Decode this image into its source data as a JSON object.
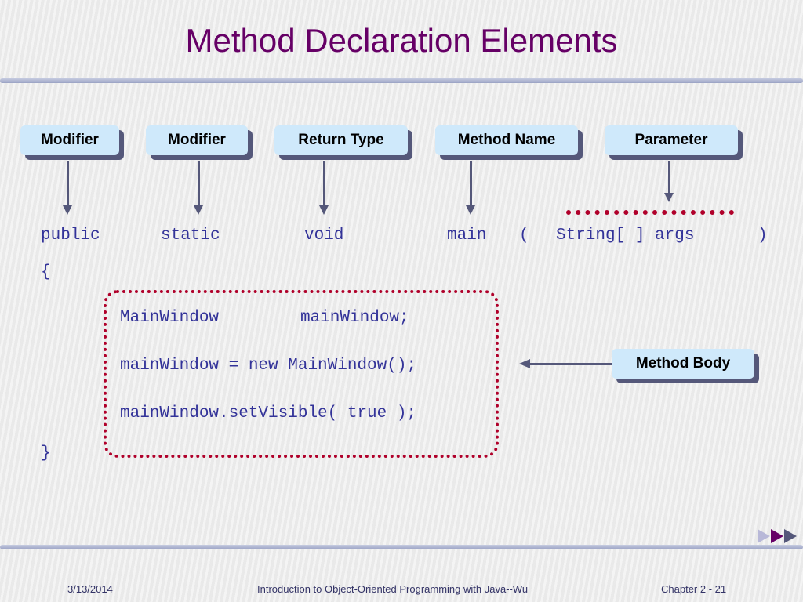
{
  "title": "Method Declaration Elements",
  "labels": {
    "modifier1": "Modifier",
    "modifier2": "Modifier",
    "return_type": "Return Type",
    "method_name": "Method Name",
    "parameter": "Parameter",
    "method_body": "Method Body"
  },
  "code": {
    "public": "public",
    "static": "static",
    "void": "void",
    "main": "main",
    "lparen": "(",
    "param": "String[ ] args",
    "rparen": ")",
    "open_brace": "{",
    "line1a": "MainWindow",
    "line1b": "mainWindow;",
    "line2": "mainWindow = new MainWindow();",
    "line3": "mainWindow.setVisible( true );",
    "close_brace": "}"
  },
  "footer": {
    "date": "3/13/2014",
    "course": "Introduction to Object-Oriented Programming with Java--Wu",
    "page": "Chapter 2 - 21"
  },
  "colors": {
    "title": "#660066",
    "code": "#333399",
    "label_bg": "#cfe9fb",
    "shadow": "#55587a",
    "dots": "#b0002a"
  }
}
